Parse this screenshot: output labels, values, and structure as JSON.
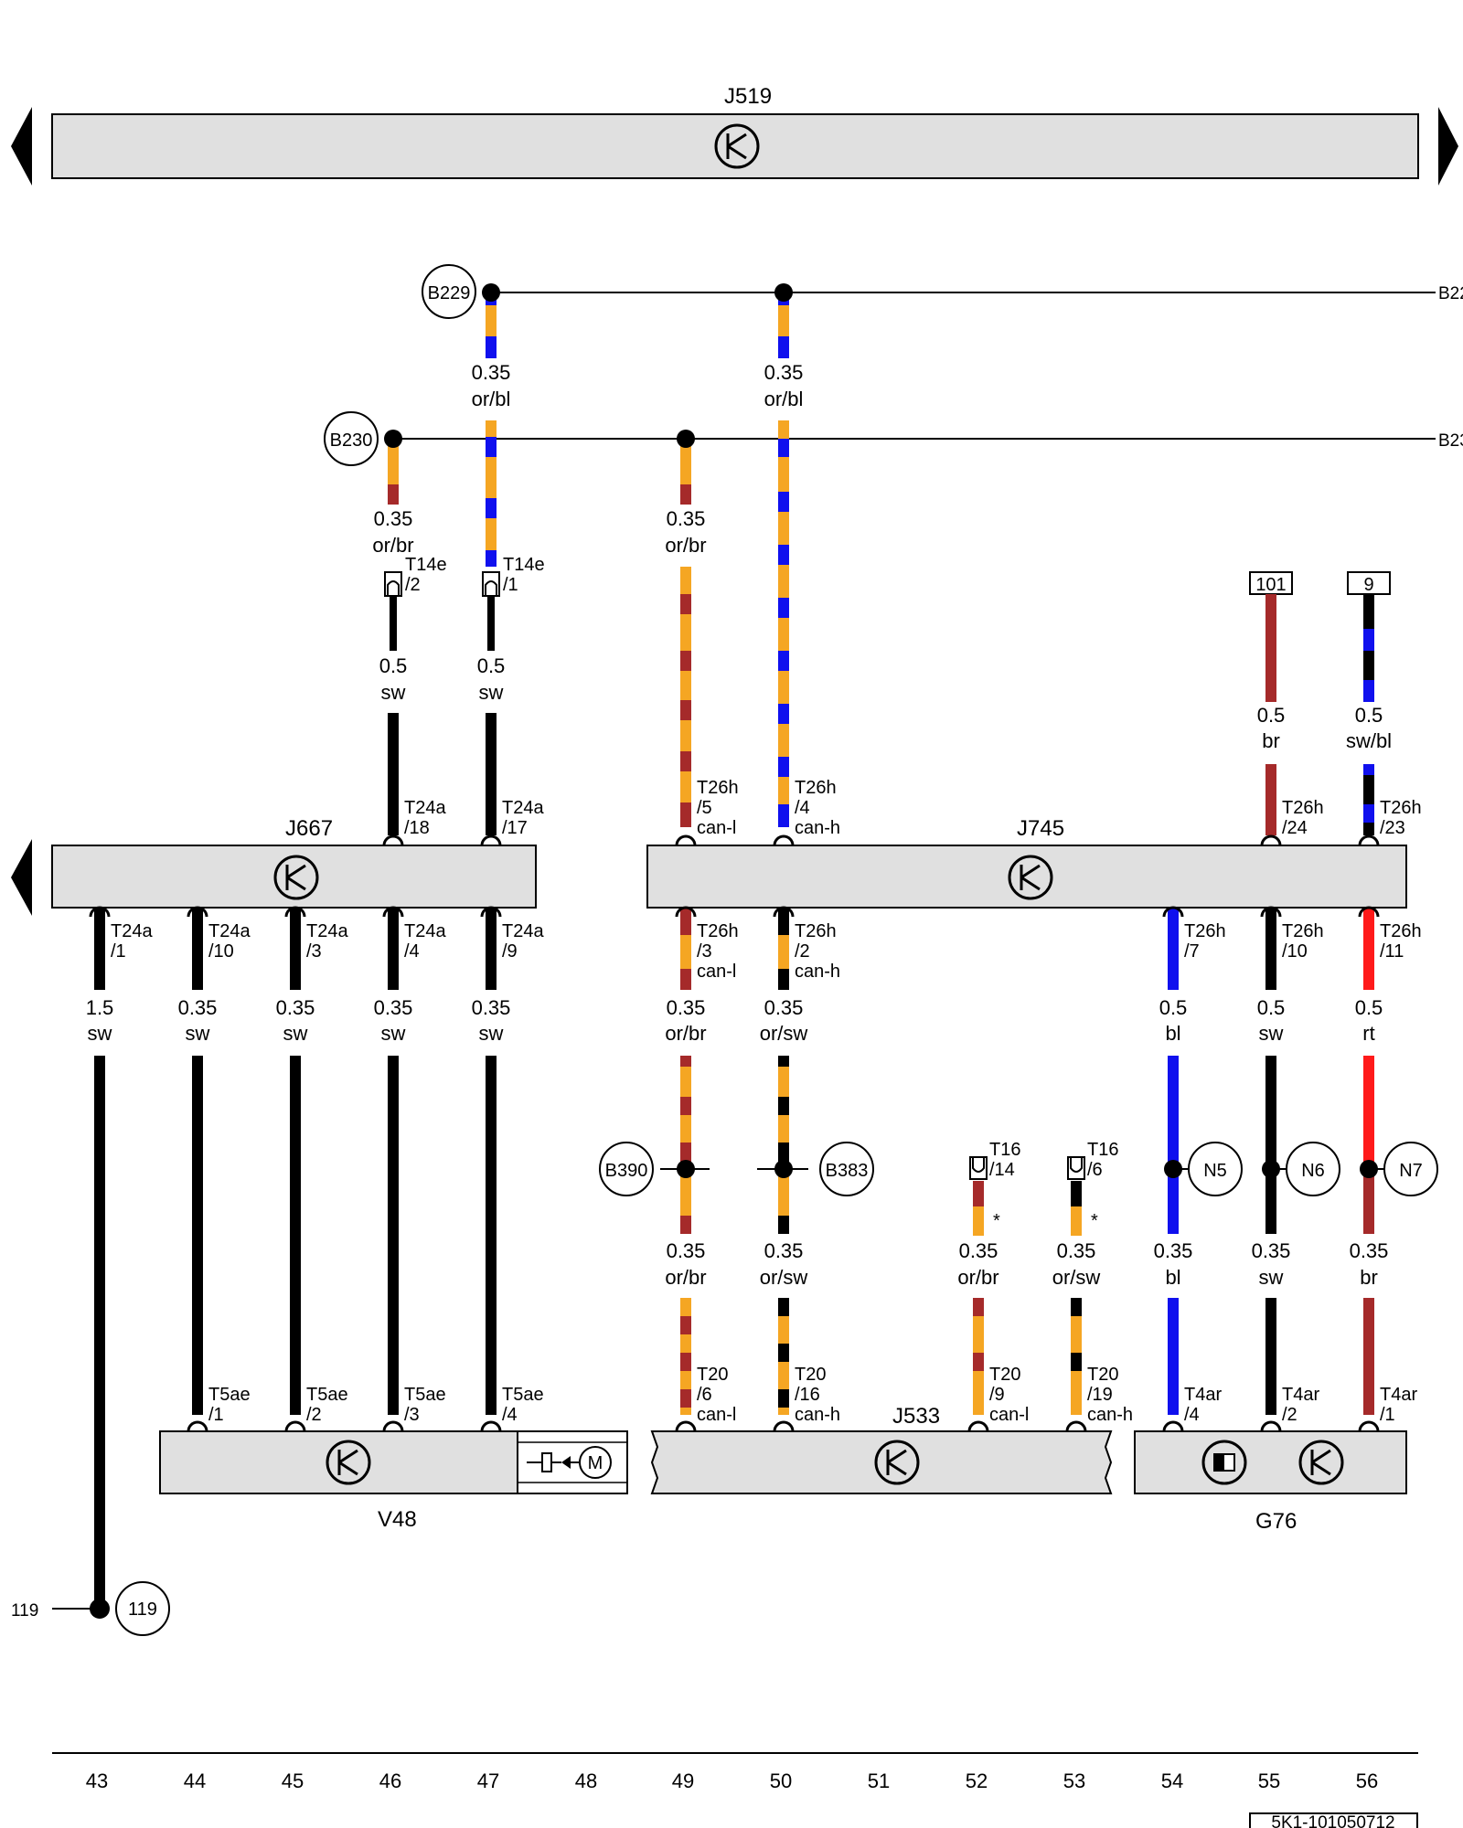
{
  "components": {
    "J519": "J519",
    "J667": "J667",
    "J745": "J745",
    "J533": "J533",
    "V48": "V48",
    "G76": "G76"
  },
  "buses": {
    "B229": "B229",
    "B230": "B230",
    "B229_edge": "B22",
    "B230_edge": "B23"
  },
  "splices": {
    "B390": "B390",
    "B383": "B383",
    "N5": "N5",
    "N6": "N6",
    "N7": "N7"
  },
  "ground": {
    "label": "119",
    "edge": "119"
  },
  "refboxes": {
    "r101": "101",
    "r9": "9"
  },
  "wires": {
    "w47a": {
      "size": "0.35",
      "color": "or/bl"
    },
    "w50a": {
      "size": "0.35",
      "color": "or/bl"
    },
    "w46a": {
      "size": "0.35",
      "color": "or/br"
    },
    "w49a": {
      "size": "0.35",
      "color": "or/br"
    },
    "w46b": {
      "size": "0.5",
      "color": "sw"
    },
    "w47b": {
      "size": "0.5",
      "color": "sw"
    },
    "w55a": {
      "size": "0.5",
      "color": "br"
    },
    "w56a": {
      "size": "0.5",
      "color": "sw/bl"
    },
    "w43": {
      "size": "1.5",
      "color": "sw"
    },
    "w44": {
      "size": "0.35",
      "color": "sw"
    },
    "w45": {
      "size": "0.35",
      "color": "sw"
    },
    "w46c": {
      "size": "0.35",
      "color": "sw"
    },
    "w47c": {
      "size": "0.35",
      "color": "sw"
    },
    "w49b": {
      "size": "0.35",
      "color": "or/br"
    },
    "w50b": {
      "size": "0.35",
      "color": "or/sw"
    },
    "w54a": {
      "size": "0.5",
      "color": "bl"
    },
    "w55b": {
      "size": "0.5",
      "color": "sw"
    },
    "w56b": {
      "size": "0.5",
      "color": "rt"
    },
    "w49c": {
      "size": "0.35",
      "color": "or/br"
    },
    "w50c": {
      "size": "0.35",
      "color": "or/sw"
    },
    "w52": {
      "size": "0.35",
      "color": "or/br"
    },
    "w53": {
      "size": "0.35",
      "color": "or/sw"
    },
    "w54b": {
      "size": "0.35",
      "color": "bl"
    },
    "w55c": {
      "size": "0.35",
      "color": "sw"
    },
    "w56c": {
      "size": "0.35",
      "color": "br"
    }
  },
  "pins": {
    "p_t14e_2": {
      "conn": "T14e",
      "pin": "/2"
    },
    "p_t14e_1": {
      "conn": "T14e",
      "pin": "/1"
    },
    "p_t24a_18": {
      "conn": "T24a",
      "pin": "/18"
    },
    "p_t24a_17": {
      "conn": "T24a",
      "pin": "/17"
    },
    "p_t26h_5": {
      "conn": "T26h",
      "pin": "/5",
      "sig": "can-l"
    },
    "p_t26h_4": {
      "conn": "T26h",
      "pin": "/4",
      "sig": "can-h"
    },
    "p_t26h_24": {
      "conn": "T26h",
      "pin": "/24"
    },
    "p_t26h_23": {
      "conn": "T26h",
      "pin": "/23"
    },
    "p_t24a_1": {
      "conn": "T24a",
      "pin": "/1"
    },
    "p_t24a_10": {
      "conn": "T24a",
      "pin": "/10"
    },
    "p_t24a_3": {
      "conn": "T24a",
      "pin": "/3"
    },
    "p_t24a_4": {
      "conn": "T24a",
      "pin": "/4"
    },
    "p_t24a_9": {
      "conn": "T24a",
      "pin": "/9"
    },
    "p_t26h_3": {
      "conn": "T26h",
      "pin": "/3",
      "sig": "can-l"
    },
    "p_t26h_2": {
      "conn": "T26h",
      "pin": "/2",
      "sig": "can-h"
    },
    "p_t26h_7": {
      "conn": "T26h",
      "pin": "/7"
    },
    "p_t26h_10": {
      "conn": "T26h",
      "pin": "/10"
    },
    "p_t26h_11": {
      "conn": "T26h",
      "pin": "/11"
    },
    "p_t16_14": {
      "conn": "T16",
      "pin": "/14",
      "mark": "*"
    },
    "p_t16_6": {
      "conn": "T16",
      "pin": "/6",
      "mark": "*"
    },
    "p_t5ae_1": {
      "conn": "T5ae",
      "pin": "/1"
    },
    "p_t5ae_2": {
      "conn": "T5ae",
      "pin": "/2"
    },
    "p_t5ae_3": {
      "conn": "T5ae",
      "pin": "/3"
    },
    "p_t5ae_4": {
      "conn": "T5ae",
      "pin": "/4"
    },
    "p_t20_6": {
      "conn": "T20",
      "pin": "/6",
      "sig": "can-l"
    },
    "p_t20_16": {
      "conn": "T20",
      "pin": "/16",
      "sig": "can-h"
    },
    "p_t20_9": {
      "conn": "T20",
      "pin": "/9",
      "sig": "can-l"
    },
    "p_t20_19": {
      "conn": "T20",
      "pin": "/19",
      "sig": "can-h"
    },
    "p_t4ar_4": {
      "conn": "T4ar",
      "pin": "/4"
    },
    "p_t4ar_2": {
      "conn": "T4ar",
      "pin": "/2"
    },
    "p_t4ar_1": {
      "conn": "T4ar",
      "pin": "/1"
    }
  },
  "motor_symbol": "M",
  "tracks": [
    "43",
    "44",
    "45",
    "46",
    "47",
    "48",
    "49",
    "50",
    "51",
    "52",
    "53",
    "54",
    "55",
    "56"
  ],
  "doc_id": "5K1-101050712",
  "colors": {
    "or": "#F5A623",
    "bl": "#1010EE",
    "br": "#A52A2A",
    "sw": "#000000",
    "rt": "#FF1A1A",
    "box": "#E0E0E0"
  }
}
